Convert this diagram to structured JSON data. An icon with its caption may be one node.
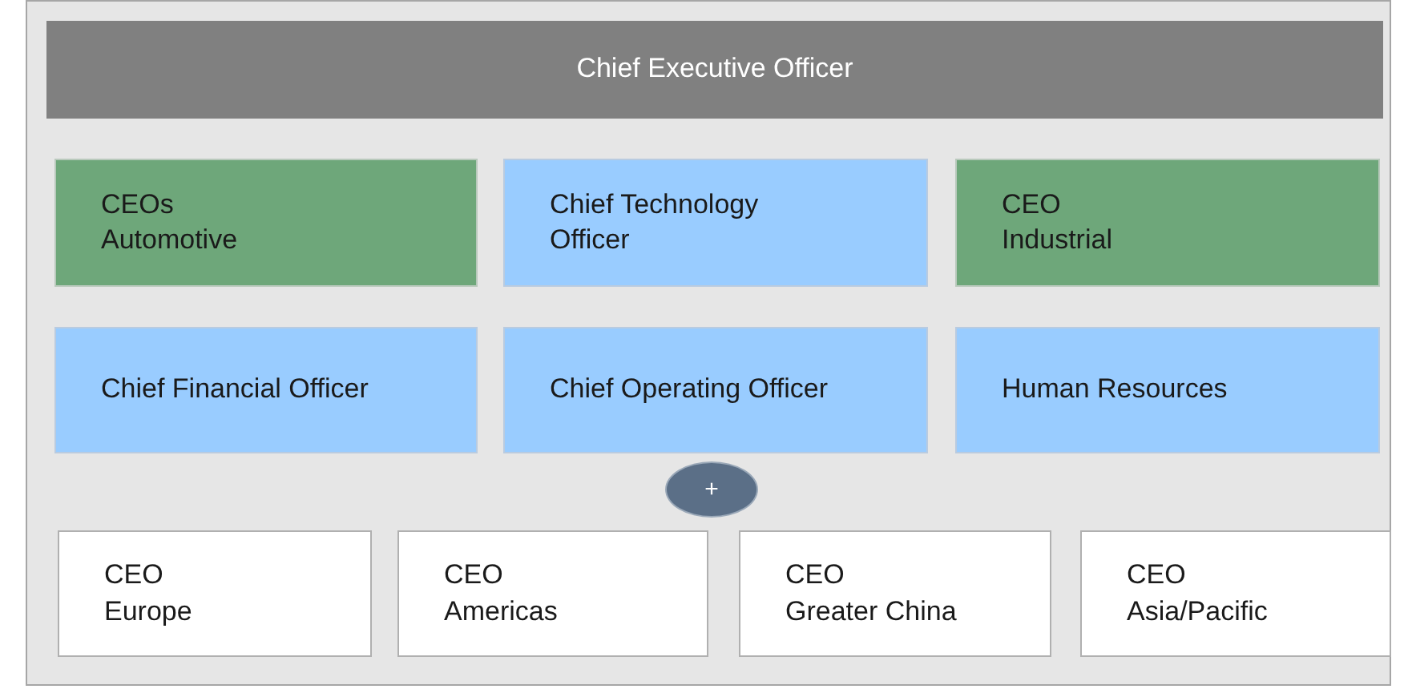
{
  "diagram": {
    "nodes": [
      {
        "text": [],
        "shape": "box"
      },
      {
        "text": [
          "Chief Executive Officer"
        ],
        "in": 0
      },
      {
        "text": [
          "CEOs",
          "Automotive"
        ],
        "in": 0
      },
      {
        "text": [
          "Chief Technology Officer"
        ],
        "in": 0
      },
      {
        "text": [
          "CEO",
          "Industrial"
        ],
        "in": 0
      },
      {
        "text": [
          "Chief Financial Officer"
        ],
        "in": 0
      },
      {
        "text": [
          "Chief Operating Officer"
        ],
        "in": 0
      },
      {
        "text": [
          "Human Resources"
        ],
        "in": 0
      },
      {
        "text": [
          "+"
        ],
        "in": 0
      },
      {
        "text": [
          "CEO",
          "Europe"
        ],
        "in": 0
      },
      {
        "text": [
          "CEO",
          "Americas"
        ],
        "in": 0
      },
      {
        "text": [
          "CEO",
          "Greater China"
        ],
        "in": 0
      },
      {
        "text": [
          "CEO",
          "Asia/Pacific"
        ],
        "in": 0
      }
    ]
  }
}
